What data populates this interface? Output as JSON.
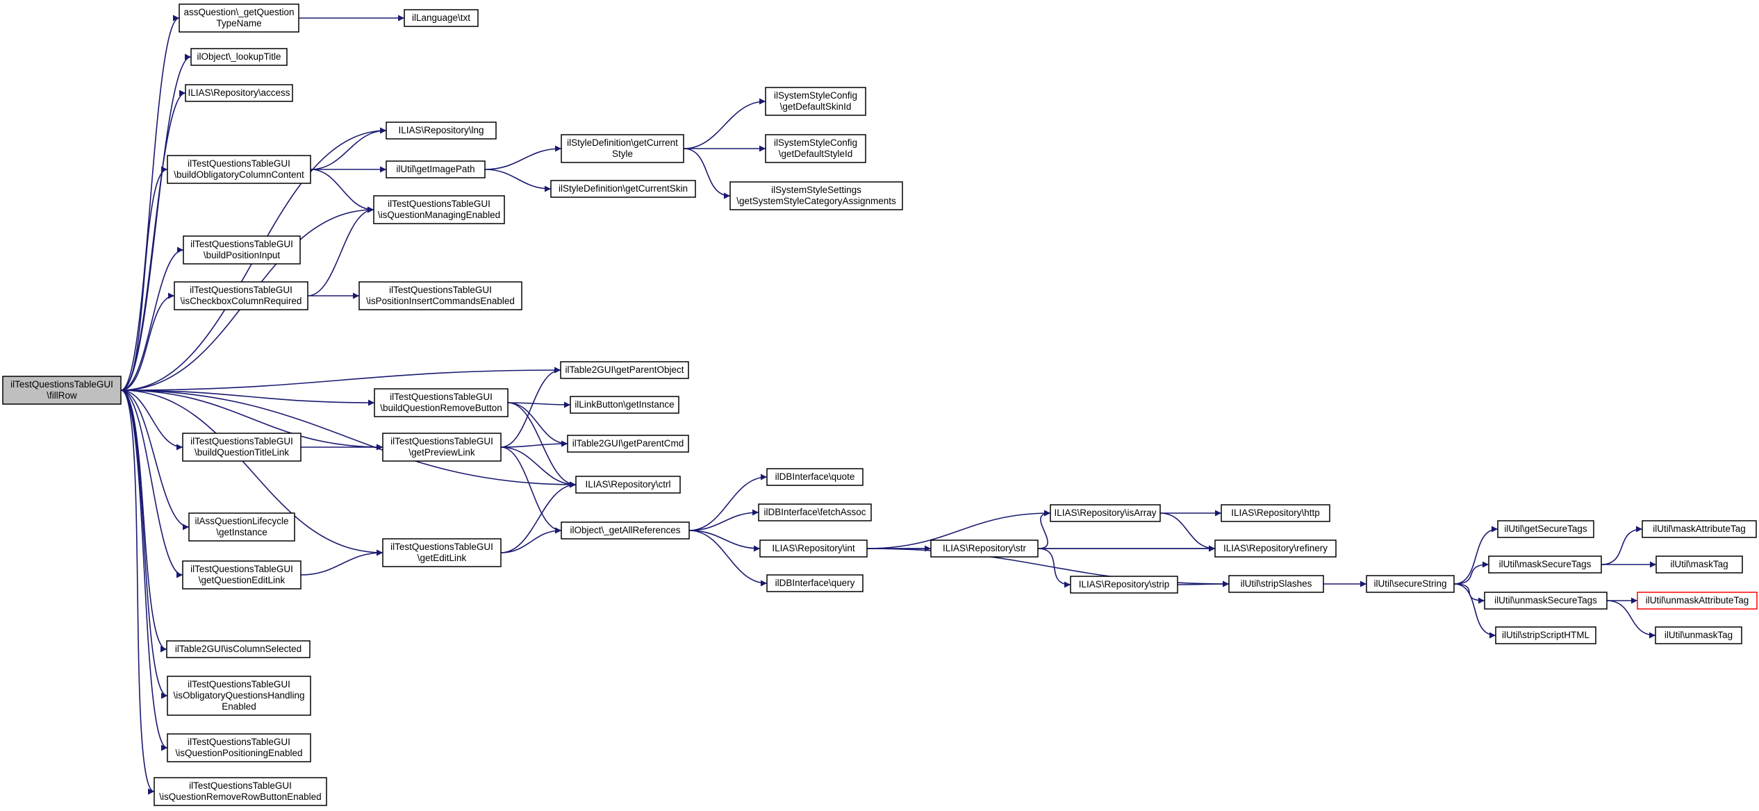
{
  "colors": {
    "edge": "#191970",
    "root_fill": "#bfbfbf",
    "truncated_stroke": "#ff0000",
    "node_stroke": "#000000"
  },
  "nodes": {
    "fillRow": [
      "ilTestQuestionsTableGUI",
      "\\fillRow"
    ],
    "getQuestionTypeName": [
      "assQuestion\\_getQuestion",
      "TypeName"
    ],
    "lookupTitle": [
      "ilObject\\_lookupTitle"
    ],
    "access": [
      "ILIAS\\Repository\\access"
    ],
    "lng": [
      "ILIAS\\Repository\\lng"
    ],
    "buildObligatory": [
      "ilTestQuestionsTableGUI",
      "\\buildObligatoryColumnContent"
    ],
    "getImagePath": [
      "ilUtil\\getImagePath"
    ],
    "isQuestionManagingEnabled": [
      "ilTestQuestionsTableGUI",
      "\\isQuestionManagingEnabled"
    ],
    "buildPositionInput": [
      "ilTestQuestionsTableGUI",
      "\\buildPositionInput"
    ],
    "isCheckboxColumnRequired": [
      "ilTestQuestionsTableGUI",
      "\\isCheckboxColumnRequired"
    ],
    "isPositionInsertCommandsEnabled": [
      "ilTestQuestionsTableGUI",
      "\\isPositionInsertCommandsEnabled"
    ],
    "txt": [
      "ilLanguage\\txt"
    ],
    "getCurrentStyle": [
      "ilStyleDefinition\\getCurrent",
      "Style"
    ],
    "getCurrentSkin": [
      "ilStyleDefinition\\getCurrentSkin"
    ],
    "getDefaultSkinId": [
      "ilSystemStyleConfig",
      "\\getDefaultSkinId"
    ],
    "getDefaultStyleId": [
      "ilSystemStyleConfig",
      "\\getDefaultStyleId"
    ],
    "getSystemStyleCategoryAssignments": [
      "ilSystemStyleSettings",
      "\\getSystemStyleCategoryAssignments"
    ],
    "getParentObject": [
      "ilTable2GUI\\getParentObject"
    ],
    "buildQuestionRemoveButton": [
      "ilTestQuestionsTableGUI",
      "\\buildQuestionRemoveButton"
    ],
    "getInstanceLinkButton": [
      "ilLinkButton\\getInstance"
    ],
    "buildQuestionTitleLink": [
      "ilTestQuestionsTableGUI",
      "\\buildQuestionTitleLink"
    ],
    "getPreviewLink": [
      "ilTestQuestionsTableGUI",
      "\\getPreviewLink"
    ],
    "getParentCmd": [
      "ilTable2GUI\\getParentCmd"
    ],
    "ctrl": [
      "ILIAS\\Repository\\ctrl"
    ],
    "getInstanceLifecycle": [
      "ilAssQuestionLifecycle",
      "\\getInstance"
    ],
    "getQuestionEditLink": [
      "ilTestQuestionsTableGUI",
      "\\getQuestionEditLink"
    ],
    "getEditLink": [
      "ilTestQuestionsTableGUI",
      "\\getEditLink"
    ],
    "getAllReferences": [
      "ilObject\\_getAllReferences"
    ],
    "quote": [
      "ilDBInterface\\quote"
    ],
    "fetchAssoc": [
      "ilDBInterface\\fetchAssoc"
    ],
    "int": [
      "ILIAS\\Repository\\int"
    ],
    "query": [
      "ilDBInterface\\query"
    ],
    "isArray": [
      "ILIAS\\Repository\\isArray"
    ],
    "http": [
      "ILIAS\\Repository\\http"
    ],
    "str": [
      "ILIAS\\Repository\\str"
    ],
    "refinery": [
      "ILIAS\\Repository\\refinery"
    ],
    "strip": [
      "ILIAS\\Repository\\strip"
    ],
    "stripSlashes": [
      "ilUtil\\stripSlashes"
    ],
    "secureString": [
      "ilUtil\\secureString"
    ],
    "getSecureTags": [
      "ilUtil\\getSecureTags"
    ],
    "maskSecureTags": [
      "ilUtil\\maskSecureTags"
    ],
    "unmaskSecureTags": [
      "ilUtil\\unmaskSecureTags"
    ],
    "stripScriptHTML": [
      "ilUtil\\stripScriptHTML"
    ],
    "maskAttributeTag": [
      "ilUtil\\maskAttributeTag"
    ],
    "maskTag": [
      "ilUtil\\maskTag"
    ],
    "unmaskAttributeTag": [
      "ilUtil\\unmaskAttributeTag"
    ],
    "unmaskTag": [
      "ilUtil\\unmaskTag"
    ],
    "isColumnSelected": [
      "ilTable2GUI\\isColumnSelected"
    ],
    "isObligatoryQuestionsHandlingEnabled": [
      "ilTestQuestionsTableGUI",
      "\\isObligatoryQuestionsHandling",
      "Enabled"
    ],
    "isQuestionPositioningEnabled": [
      "ilTestQuestionsTableGUI",
      "\\isQuestionPositioningEnabled"
    ],
    "isQuestionRemoveRowButtonEnabled": [
      "ilTestQuestionsTableGUI",
      "\\isQuestionRemoveRowButtonEnabled"
    ]
  },
  "edges": [
    [
      "fillRow",
      "getQuestionTypeName"
    ],
    [
      "fillRow",
      "lookupTitle"
    ],
    [
      "fillRow",
      "access"
    ],
    [
      "fillRow",
      "lng"
    ],
    [
      "fillRow",
      "buildObligatory"
    ],
    [
      "fillRow",
      "isQuestionManagingEnabled"
    ],
    [
      "fillRow",
      "buildPositionInput"
    ],
    [
      "fillRow",
      "isCheckboxColumnRequired"
    ],
    [
      "fillRow",
      "getParentObject"
    ],
    [
      "fillRow",
      "buildQuestionRemoveButton"
    ],
    [
      "fillRow",
      "buildQuestionTitleLink"
    ],
    [
      "fillRow",
      "getPreviewLink"
    ],
    [
      "fillRow",
      "ctrl"
    ],
    [
      "fillRow",
      "getInstanceLifecycle"
    ],
    [
      "fillRow",
      "getQuestionEditLink"
    ],
    [
      "fillRow",
      "getEditLink"
    ],
    [
      "fillRow",
      "isColumnSelected"
    ],
    [
      "fillRow",
      "isObligatoryQuestionsHandlingEnabled"
    ],
    [
      "fillRow",
      "isQuestionPositioningEnabled"
    ],
    [
      "fillRow",
      "isQuestionRemoveRowButtonEnabled"
    ],
    [
      "getQuestionTypeName",
      "txt"
    ],
    [
      "buildObligatory",
      "lng"
    ],
    [
      "buildObligatory",
      "getImagePath"
    ],
    [
      "buildObligatory",
      "isQuestionManagingEnabled"
    ],
    [
      "getImagePath",
      "getCurrentStyle"
    ],
    [
      "getImagePath",
      "getCurrentSkin"
    ],
    [
      "getCurrentStyle",
      "getDefaultSkinId"
    ],
    [
      "getCurrentStyle",
      "getDefaultStyleId"
    ],
    [
      "getCurrentStyle",
      "getSystemStyleCategoryAssignments"
    ],
    [
      "isCheckboxColumnRequired",
      "isQuestionManagingEnabled"
    ],
    [
      "isCheckboxColumnRequired",
      "isPositionInsertCommandsEnabled"
    ],
    [
      "buildQuestionRemoveButton",
      "getInstanceLinkButton"
    ],
    [
      "buildQuestionRemoveButton",
      "getParentCmd"
    ],
    [
      "buildQuestionRemoveButton",
      "ctrl"
    ],
    [
      "buildQuestionTitleLink",
      "getPreviewLink"
    ],
    [
      "getPreviewLink",
      "getParentObject"
    ],
    [
      "getPreviewLink",
      "getParentCmd"
    ],
    [
      "getPreviewLink",
      "ctrl"
    ],
    [
      "getPreviewLink",
      "getAllReferences"
    ],
    [
      "getQuestionEditLink",
      "getEditLink"
    ],
    [
      "getEditLink",
      "ctrl"
    ],
    [
      "getEditLink",
      "getAllReferences"
    ],
    [
      "getAllReferences",
      "quote"
    ],
    [
      "getAllReferences",
      "fetchAssoc"
    ],
    [
      "getAllReferences",
      "int"
    ],
    [
      "getAllReferences",
      "query"
    ],
    [
      "int",
      "isArray"
    ],
    [
      "int",
      "str"
    ],
    [
      "int",
      "refinery"
    ],
    [
      "int",
      "stripSlashes"
    ],
    [
      "isArray",
      "http"
    ],
    [
      "isArray",
      "refinery"
    ],
    [
      "str",
      "isArray"
    ],
    [
      "str",
      "refinery"
    ],
    [
      "str",
      "strip"
    ],
    [
      "strip",
      "stripSlashes"
    ],
    [
      "stripSlashes",
      "secureString"
    ],
    [
      "secureString",
      "getSecureTags"
    ],
    [
      "secureString",
      "maskSecureTags"
    ],
    [
      "secureString",
      "unmaskSecureTags"
    ],
    [
      "secureString",
      "stripScriptHTML"
    ],
    [
      "maskSecureTags",
      "maskAttributeTag"
    ],
    [
      "maskSecureTags",
      "maskTag"
    ],
    [
      "unmaskSecureTags",
      "unmaskAttributeTag"
    ],
    [
      "unmaskSecureTags",
      "unmaskTag"
    ]
  ]
}
